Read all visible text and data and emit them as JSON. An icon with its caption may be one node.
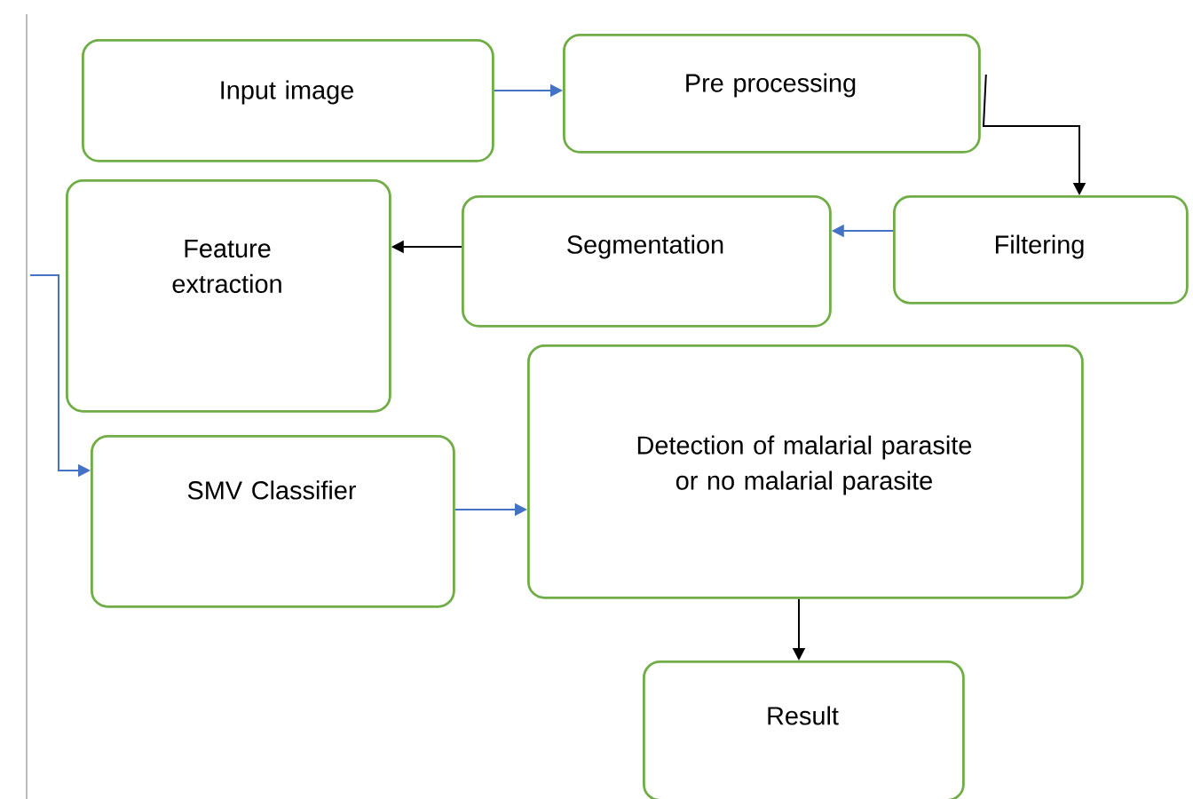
{
  "diagram": {
    "nodes": [
      {
        "text": [
          "Input image"
        ]
      },
      {
        "text": [
          "Pre processing"
        ]
      },
      {
        "text": [
          "Filtering"
        ]
      },
      {
        "text": [
          "Segmentation"
        ]
      },
      {
        "text": [
          "Feature extraction"
        ]
      },
      {
        "text": [
          "SMV Classifier"
        ]
      },
      {
        "text": [
          "Detection of malarial parasite or no malarial parasite"
        ]
      },
      {
        "text": [
          "Result"
        ]
      }
    ],
    "edges": [
      {
        "from": 0,
        "to": 1,
        "arrow": "to"
      },
      {
        "from": 1,
        "to": 2,
        "arrow": "to",
        "color": "#000000"
      },
      {
        "from": 2,
        "to": 3,
        "arrow": "to"
      },
      {
        "from": 3,
        "to": 4,
        "arrow": "to",
        "color": "#000000"
      },
      {
        "from": null,
        "to": 5,
        "arrow": "to"
      },
      {
        "from": 5,
        "to": 6,
        "arrow": "to"
      },
      {
        "from": 6,
        "to": 7,
        "arrow": "to",
        "color": "#000000"
      }
    ]
  }
}
